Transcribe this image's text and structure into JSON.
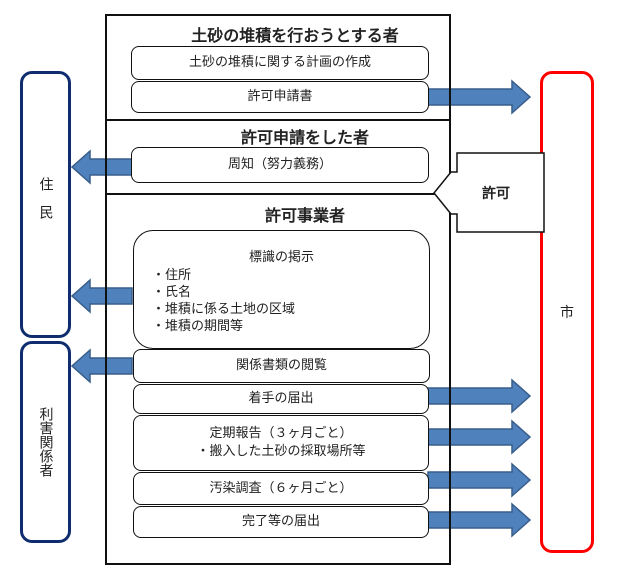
{
  "sections": {
    "applicant": {
      "title": "土砂の堆積を行おうとする者",
      "items": [
        "土砂の堆積に関する計画の作成",
        "許可申請書"
      ]
    },
    "requester": {
      "title": "許可申請をした者",
      "items": [
        "周知（努力義務）"
      ]
    },
    "permittee": {
      "title": "許可事業者",
      "sign": {
        "heading": "標識の掲示",
        "bullets": [
          "・住所",
          "・氏名",
          "・堆積に係る土地の区域",
          "・堆積の期間等"
        ]
      },
      "items": [
        "関係書類の閲覧",
        "着手の届出",
        "定期報告（３ヶ月ごと）",
        "・搬入した土砂の採取場所等",
        "汚染調査（６ヶ月ごと）",
        "完了等の届出"
      ]
    }
  },
  "parties": {
    "residents": "住民",
    "stakeholders": "利害関係者",
    "city": "市",
    "permit": "許可"
  },
  "colors": {
    "arrow": "#4f81bd",
    "arrow_border": "#385d8a",
    "residents": "#0f2d6e",
    "city": "#ff0000"
  }
}
